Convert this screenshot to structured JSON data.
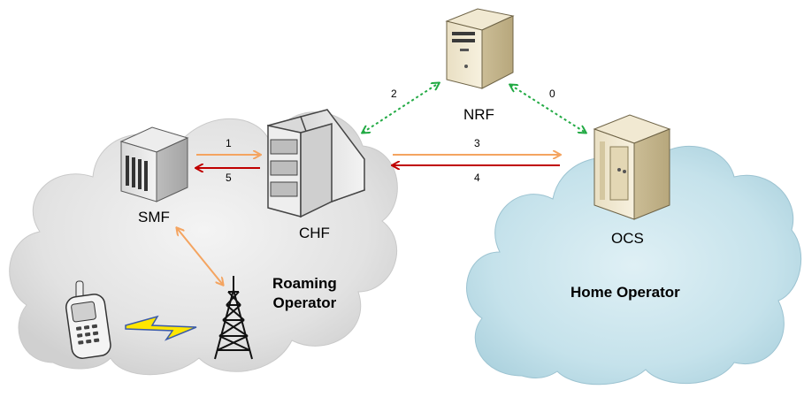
{
  "nodes": {
    "nrf": "NRF",
    "smf": "SMF",
    "chf": "CHF",
    "ocs": "OCS"
  },
  "regions": {
    "roaming_line1": "Roaming",
    "roaming_line2": "Operator",
    "home": "Home Operator"
  },
  "steps": {
    "s0": "0",
    "s1": "1",
    "s2": "2",
    "s3": "3",
    "s4": "4",
    "s5": "5"
  },
  "colors": {
    "request_arrow": "#f4a460",
    "answer_arrow": "#c00000",
    "discovery_arrow": "#22aa44",
    "roaming_cloud": "#dcdcdc",
    "home_cloud": "#bcdde8"
  },
  "icons": [
    "server-tower-icon",
    "rack-server-icon",
    "charging-function-icon",
    "mainframe-icon",
    "mobile-phone-icon",
    "lightning-icon",
    "antenna-tower-icon"
  ]
}
